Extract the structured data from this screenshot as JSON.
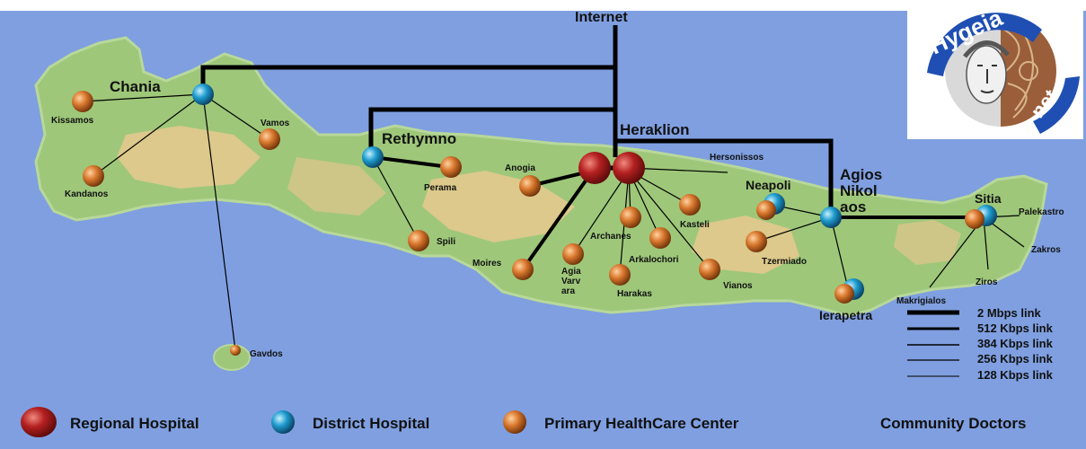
{
  "colors": {
    "sea": "#7f9fe0",
    "land": "#9ec77a",
    "highland": "#e6c98e",
    "regional": "#b42020",
    "district": "#1e9ccf",
    "primary": "#d9782e",
    "link": "#000000"
  },
  "map": {
    "internet_label": "Internet",
    "places": {
      "chania": "Chania",
      "rethymno": "Rethymno",
      "heraklion": "Heraklion",
      "agios_nikolaos": [
        "Agios",
        "Nikol",
        "aos"
      ],
      "neapoli": "Neapoli",
      "sitia": "Sitia",
      "ierapetra": "Ierapetra",
      "kissamos": "Kissamos",
      "vamos": "Vamos",
      "kandanos": "Kandanos",
      "gavdos": "Gavdos",
      "perama": "Perama",
      "spili": "Spili",
      "anogia": "Anogia",
      "moires": "Moires",
      "agia_varvara": [
        "Agia",
        "Varv",
        "ara"
      ],
      "archanes": "Archanes",
      "arkalochori": "Arkalochori",
      "kasteli": "Kasteli",
      "harakas": "Harakas",
      "vianos": "Vianos",
      "hersonissos": "Hersonissos",
      "tzermiado": "Tzermiado",
      "makrigialos": "Makrigialos",
      "ziros": "Ziros",
      "zakros": "Zakros",
      "palekastro": "Palekastro"
    }
  },
  "link_legend": [
    {
      "label": "2 Mbps link",
      "weight": 5
    },
    {
      "label": "512 Kbps link",
      "weight": 3
    },
    {
      "label": "384 Kbps link",
      "weight": 1.6
    },
    {
      "label": "256 Kbps link",
      "weight": 1.2
    },
    {
      "label": "128 Kbps link",
      "weight": 0.9
    }
  ],
  "legend": {
    "regional": "Regional Hospital",
    "district": "District Hospital",
    "primary": "Primary HealthCare Center",
    "community": "Community Doctors"
  },
  "logo": {
    "top_text": "Hygeia",
    "bottom_text": "net"
  }
}
